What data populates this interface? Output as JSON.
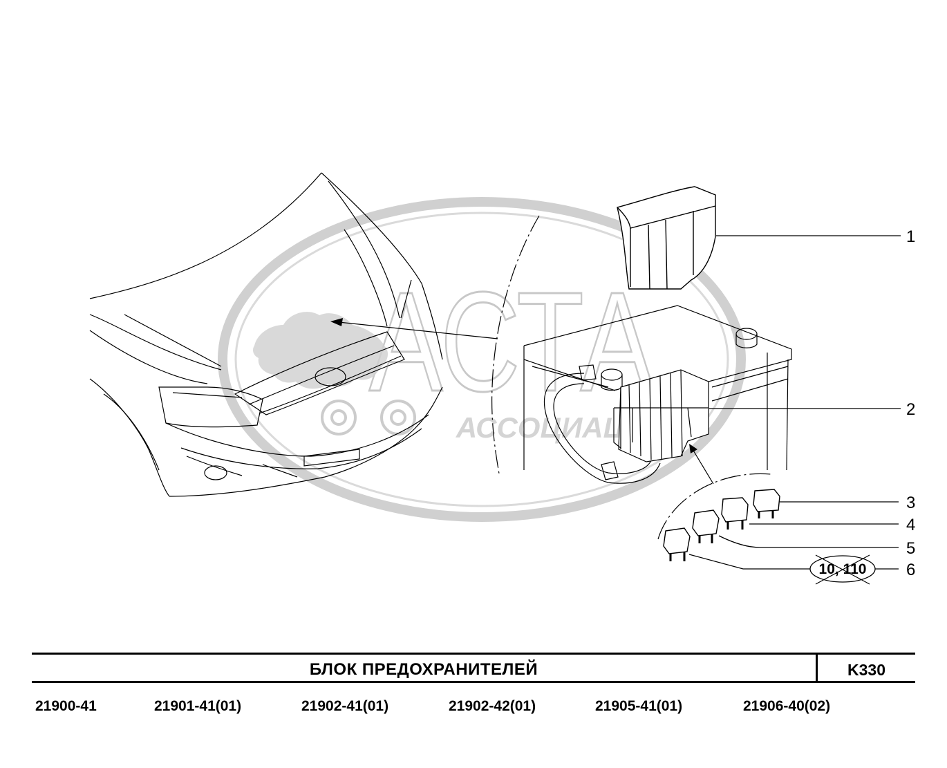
{
  "watermark": {
    "word": "АСТА",
    "subtitle": "АССОЦИАЦИЯ"
  },
  "callouts": [
    {
      "id": "1",
      "label": "1"
    },
    {
      "id": "2",
      "label": "2"
    },
    {
      "id": "3",
      "label": "3"
    },
    {
      "id": "4",
      "label": "4"
    },
    {
      "id": "5",
      "label": "5"
    },
    {
      "id": "6",
      "label": "6"
    }
  ],
  "note": "10, 110",
  "title": "БЛОК  ПРЕДОХРАНИТЕЛЕЙ",
  "sheet_code": "K330",
  "models": [
    "21900-41",
    "21901-41(01)",
    "21902-41(01)",
    "21902-42(01)",
    "21905-41(01)",
    "21906-40(02)"
  ],
  "colors": {
    "line": "#000000",
    "watermark": "#c8c8c8",
    "background": "#ffffff"
  }
}
